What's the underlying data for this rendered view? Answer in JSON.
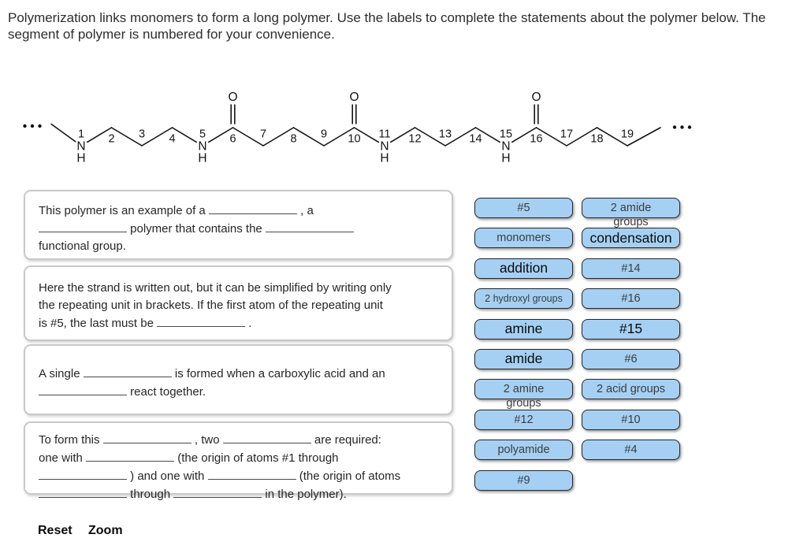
{
  "title": {
    "line1": "Polymerization links monomers to form a long polymer. Use the labels to complete the statements about the polymer below. The",
    "line2": "segment of polymer is numbered for your convenience."
  },
  "molecule": {
    "left_cap": "...",
    "right_cap": "...",
    "atoms": [
      {
        "num": "1",
        "element": "N",
        "h": true
      },
      {
        "num": "2"
      },
      {
        "num": "3"
      },
      {
        "num": "4"
      },
      {
        "num": "5",
        "element": "N",
        "h": true
      },
      {
        "num": "6",
        "carbonyl": true
      },
      {
        "num": "7"
      },
      {
        "num": "8"
      },
      {
        "num": "9"
      },
      {
        "num": "10",
        "carbonyl": true
      },
      {
        "num": "11",
        "element": "N",
        "h": true
      },
      {
        "num": "12"
      },
      {
        "num": "13"
      },
      {
        "num": "14"
      },
      {
        "num": "15",
        "element": "N",
        "h": true
      },
      {
        "num": "16",
        "carbonyl": true
      },
      {
        "num": "17"
      },
      {
        "num": "18"
      },
      {
        "num": "19"
      }
    ]
  },
  "statements": [
    {
      "segments": [
        {
          "text": "This polymer is an example of a "
        },
        {
          "blank": true
        },
        {
          "text": " , a"
        },
        {
          "br": true
        },
        {
          "blank": true
        },
        {
          "text": " polymer that contains the "
        },
        {
          "blank": true
        },
        {
          "br": true
        },
        {
          "text": "functional group."
        }
      ]
    },
    {
      "segments": [
        {
          "text": "Here the strand is written out, but it can be simplified by writing only"
        },
        {
          "br": true
        },
        {
          "text": "the repeating unit in brackets. If the first atom of the repeating unit"
        },
        {
          "br": true
        },
        {
          "text": "is #5, the last must be "
        },
        {
          "blank": true
        },
        {
          "text": " ."
        }
      ]
    },
    {
      "segments": [
        {
          "text": "A single "
        },
        {
          "blank": true
        },
        {
          "text": " is formed when a carboxylic acid and an"
        },
        {
          "br": true
        },
        {
          "blank": true
        },
        {
          "text": " react together."
        }
      ]
    },
    {
      "segments": [
        {
          "text": "To form this "
        },
        {
          "blank": true
        },
        {
          "text": " , two "
        },
        {
          "blank": true
        },
        {
          "text": " are required:"
        },
        {
          "br": true
        },
        {
          "text": "one with "
        },
        {
          "blank": true
        },
        {
          "text": " (the origin of atoms #1 through"
        },
        {
          "br": true
        },
        {
          "blank": true
        },
        {
          "text": " ) and one with "
        },
        {
          "blank": true
        },
        {
          "text": " (the origin of atoms"
        },
        {
          "br": true
        },
        {
          "blank": true
        },
        {
          "text": " through "
        },
        {
          "blank": true
        },
        {
          "text": " in the polymer)."
        }
      ]
    }
  ],
  "labels": {
    "columns": [
      [
        {
          "text": "#5"
        },
        {
          "text": "monomers"
        },
        {
          "text": "addition",
          "size": "large"
        },
        {
          "text": "2 hydroxyl groups",
          "size": "small"
        },
        {
          "text": "amine",
          "size": "large"
        },
        {
          "text": "amide",
          "size": "large"
        },
        {
          "text": "2 amine groups",
          "wrap": true
        },
        {
          "text": "#12"
        },
        {
          "text": "polyamide"
        },
        {
          "text": "#9"
        }
      ],
      [
        {
          "text": "2 amide groups",
          "wrap": true
        },
        {
          "text": "condensation",
          "size": "large"
        },
        {
          "text": "#14"
        },
        {
          "text": "#16"
        },
        {
          "text": "#15",
          "size": "large"
        },
        {
          "text": "#6"
        },
        {
          "text": "2 acid groups"
        },
        {
          "text": "#10"
        },
        {
          "text": "#4"
        }
      ]
    ]
  },
  "footer": {
    "reset": "Reset",
    "zoom": "Zoom"
  },
  "colors": {
    "pill_fill": "#a5d0f4",
    "pill_border": "#262626",
    "box_border": "#c9c9c9",
    "blank_line": "#4a4a4a"
  }
}
